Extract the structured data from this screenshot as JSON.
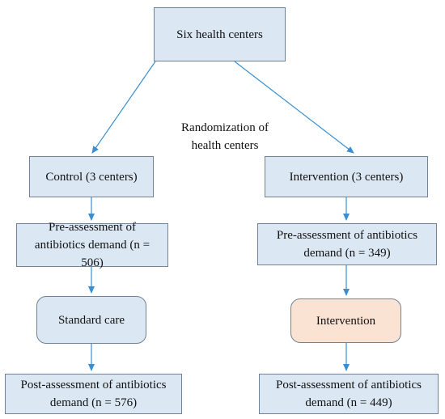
{
  "nodes": {
    "top": "Six health centers",
    "control": "Control (3 centers)",
    "intervention_arm": "Intervention (3 centers)",
    "pre_control": "Pre-assessment of antibiotics demand (n = 506)",
    "pre_intervention": "Pre-assessment of antibiotics demand (n = 349)",
    "standard_care": "Standard care",
    "intervention": "Intervention",
    "post_control": "Post-assessment of antibiotics demand (n = 576)",
    "post_intervention": "Post-assessment of antibiotics demand (n = 449)"
  },
  "edge_label": "Randomization of health centers",
  "colors": {
    "box_fill": "#dbe8f4",
    "box_border": "#6f8297",
    "intervention_fill": "#fbe3d4",
    "arrow": "#3b8fd0"
  }
}
